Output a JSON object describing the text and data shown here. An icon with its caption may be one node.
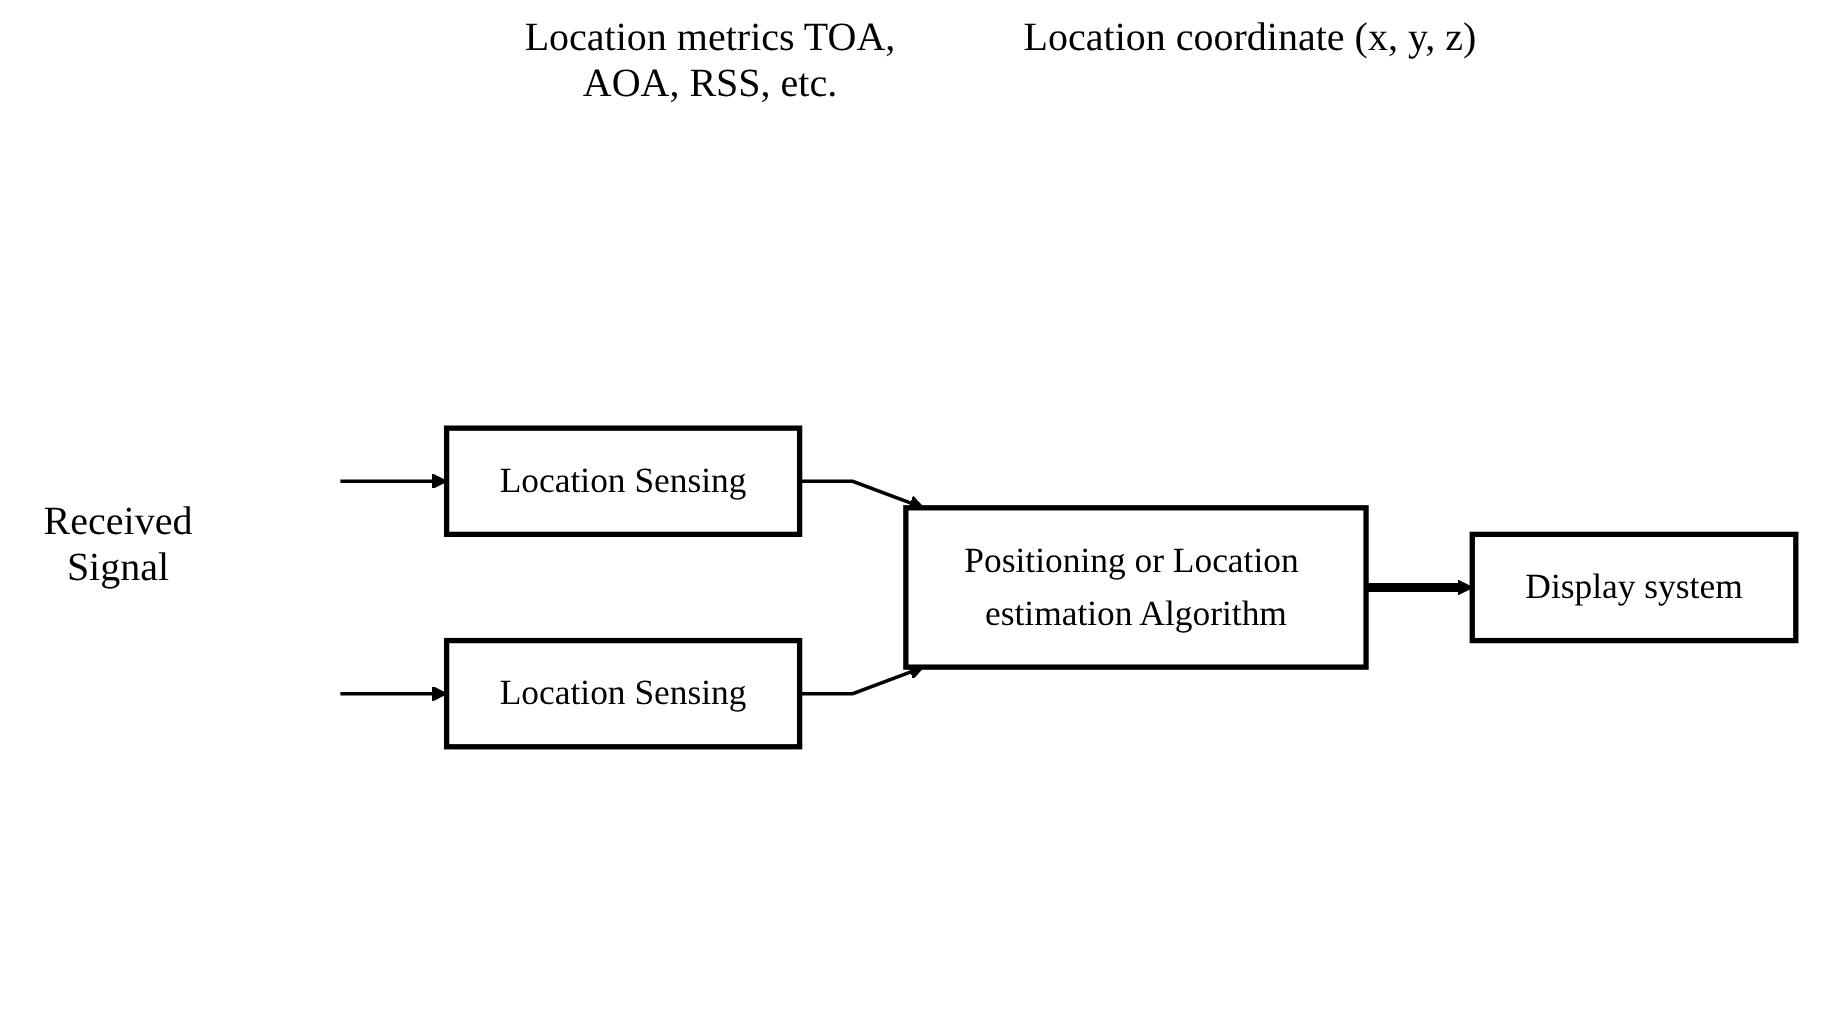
{
  "diagram": {
    "nodes": [
      {
        "text": [
          "Location Sensing"
        ]
      },
      {
        "text": [
          "Location Sensing"
        ]
      },
      {
        "text": [
          "Positioning or Location estimation Algorithm"
        ]
      },
      {
        "text": [
          "Display system"
        ]
      }
    ],
    "edges": [
      {
        "from": null,
        "to": 0,
        "arrow": "to"
      },
      {
        "from": null,
        "to": 1,
        "arrow": "to"
      },
      {
        "from": 0,
        "to": 2,
        "arrow": "to"
      },
      {
        "from": 1,
        "to": 2,
        "arrow": "to"
      },
      {
        "from": 2,
        "to": 3,
        "arrow": "to",
        "style": "thick"
      }
    ],
    "labels": [
      "Location metrics TOA, AOA, RSS, etc.",
      "Location coordinate (x, y, z)",
      "Received Signal"
    ]
  }
}
